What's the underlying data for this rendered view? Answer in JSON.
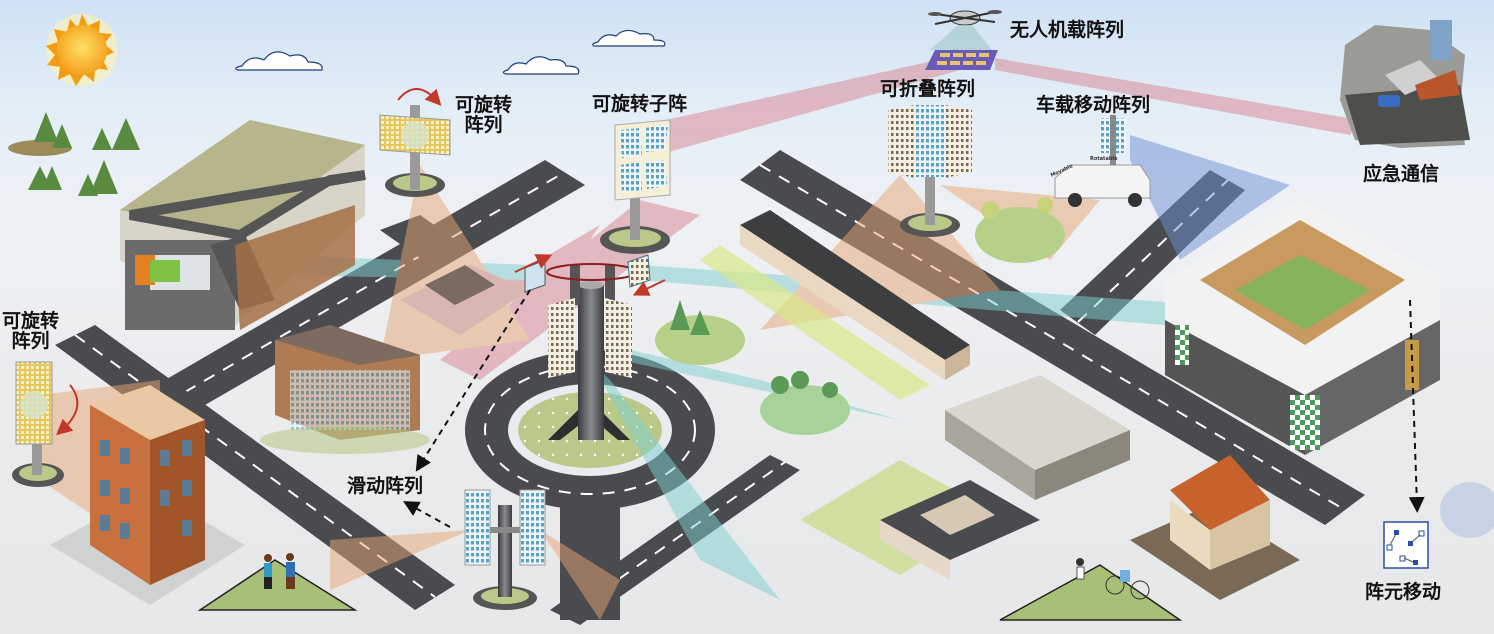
{
  "labels": {
    "uav_array": "无人机载阵列",
    "rotatable_array_top": [
      "可旋转",
      "阵列"
    ],
    "rotatable_subarray": "可旋转子阵",
    "foldable_array": "可折叠阵列",
    "vehicle_array": "车载移动阵列",
    "emergency_comm": "应急通信",
    "rotatable_array_left": [
      "可旋转",
      "阵列"
    ],
    "sliding_array": "滑动阵列",
    "element_movement": "阵元移动"
  },
  "vehicle_tags": {
    "movable": "Movable",
    "rotatable": "Rotatable"
  },
  "colors": {
    "road": "#4a4b4e",
    "road_line": "#ffffff",
    "beam_red": "#d9828f",
    "beam_teal": "#7ccfcf",
    "beam_orange": "#e8a574",
    "beam_blue": "#6f8fd6",
    "panel_yellow": "#e9c84a",
    "grass": "#a8bf78",
    "sun": "#f7b322"
  }
}
